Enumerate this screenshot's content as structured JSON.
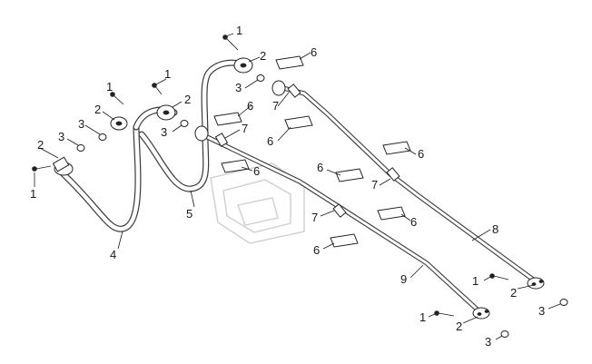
{
  "callouts": {
    "c1a": "1",
    "c1b": "1",
    "c1c": "1",
    "c1d": "1",
    "c1e": "1",
    "c1f": "1",
    "c2a": "2",
    "c2b": "2",
    "c2c": "2",
    "c2d": "2",
    "c2e": "2",
    "c2f": "2",
    "c3a": "3",
    "c3b": "3",
    "c3c": "3",
    "c3d": "3",
    "c3e": "3",
    "c3f": "3",
    "c4": "4",
    "c5": "5",
    "c6a": "6",
    "c6b": "6",
    "c6c": "6",
    "c6d": "6",
    "c6e": "6",
    "c6f": "6",
    "c6g": "6",
    "c6h": "6",
    "c7a": "7",
    "c7b": "7",
    "c7c": "7",
    "c7d": "7",
    "c8": "8",
    "c9": "9"
  }
}
